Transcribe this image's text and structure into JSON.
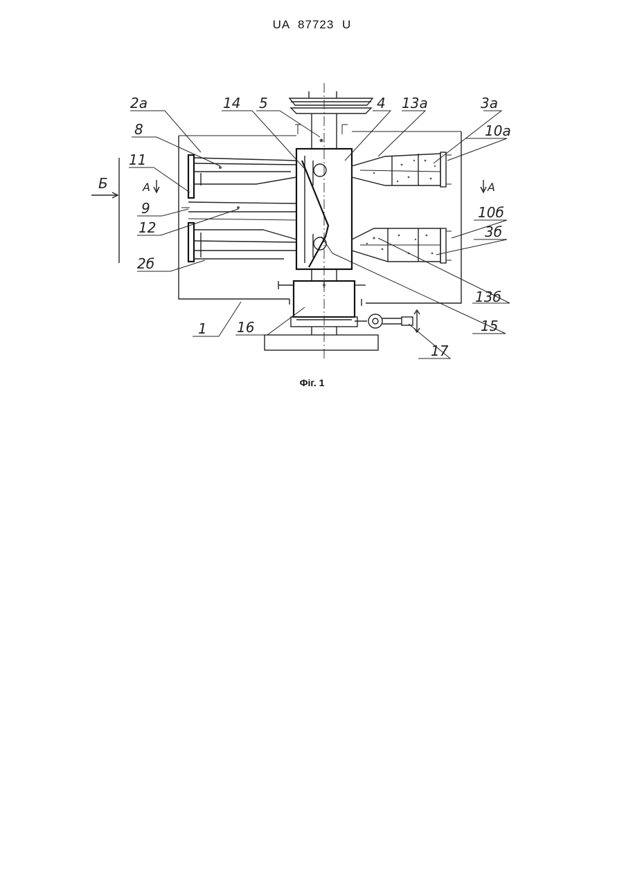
{
  "header": {
    "doc_id": "UA   87723   U"
  },
  "figure": {
    "caption": "Фіг. 1",
    "labels": {
      "l_1": "1",
      "l_2a": "2а",
      "l_2b": "2б",
      "l_3a": "3а",
      "l_3b": "3б",
      "l_4": "4",
      "l_5": "5",
      "l_8": "8",
      "l_9": "9",
      "l_10a": "10а",
      "l_10b": "10б",
      "l_11": "11",
      "l_12": "12",
      "l_13a": "13а",
      "l_13b": "13б",
      "l_14": "14",
      "l_15": "15",
      "l_16": "16",
      "l_17": "17",
      "section_b": "Б",
      "section_a_left": "А",
      "section_a_right": "А"
    }
  }
}
